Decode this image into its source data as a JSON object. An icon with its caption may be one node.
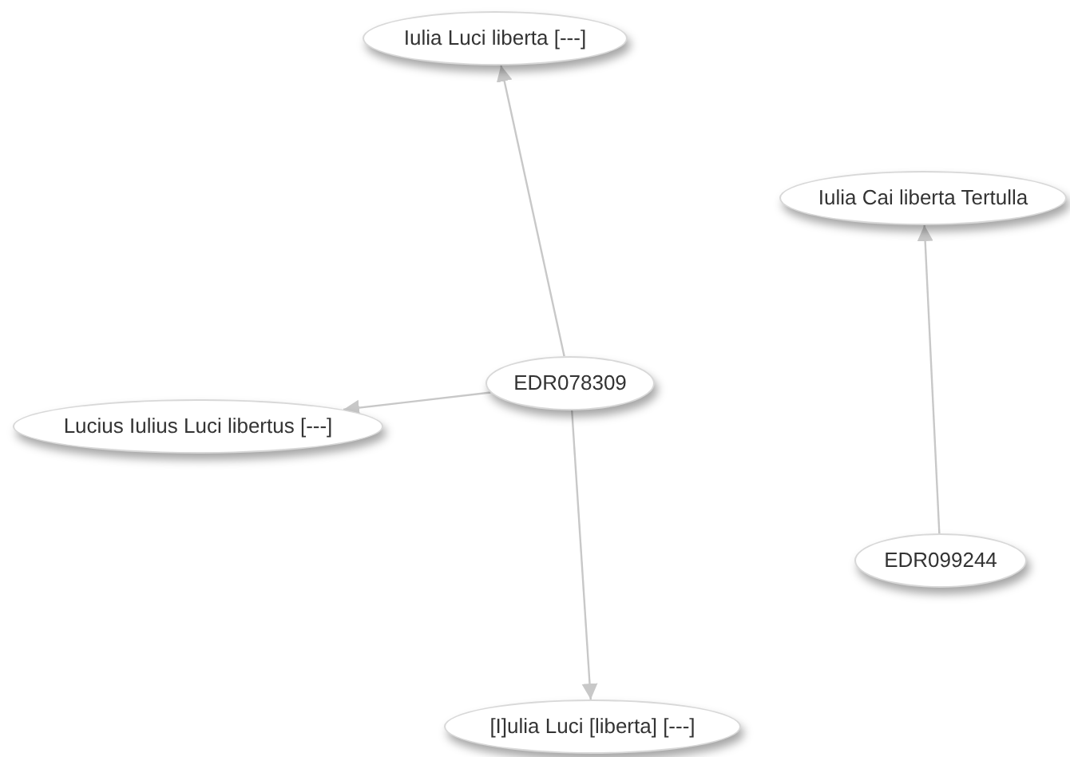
{
  "diagram": {
    "nodes": [
      {
        "text": [
          "Iulia Luci liberta [---]"
        ]
      },
      {
        "text": [
          "Iulia Cai liberta Tertulla"
        ]
      },
      {
        "text": [
          "EDR078309"
        ]
      },
      {
        "text": [
          "Lucius Iulius Luci libertus [---]"
        ]
      },
      {
        "text": [
          "EDR099244"
        ]
      },
      {
        "text": [
          "[I]ulia Luci [liberta] [---]"
        ]
      }
    ],
    "edges": [
      {
        "from": 2,
        "to": 0,
        "arrow": "to"
      },
      {
        "from": 2,
        "to": 3,
        "arrow": "to"
      },
      {
        "from": 2,
        "to": 5,
        "arrow": "to"
      },
      {
        "from": 4,
        "to": 1,
        "arrow": "to"
      }
    ]
  }
}
